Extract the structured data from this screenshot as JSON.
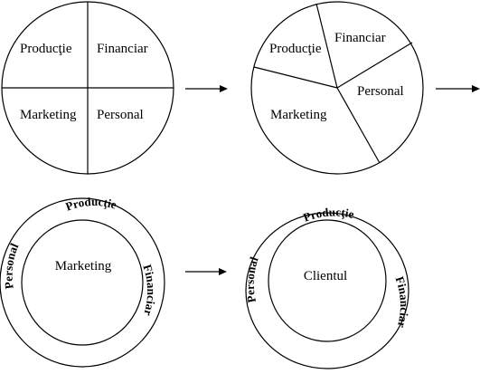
{
  "diagram1": {
    "labels": {
      "productie": "Producţie",
      "financiar": "Financiar",
      "marketing": "Marketing",
      "personal": "Personal"
    }
  },
  "diagram2": {
    "labels": {
      "productie": "Producţie",
      "financiar": "Financiar",
      "marketing": "Marketing",
      "personal": "Personal"
    }
  },
  "diagram3": {
    "center": "Marketing",
    "ring": {
      "productie": "Producţie",
      "personal": "Personal",
      "financiar": "Financiar"
    }
  },
  "diagram4": {
    "center": "Clientul",
    "ring": {
      "productie": "Producţie",
      "personal": "Personal",
      "financiar": "Financiar"
    }
  }
}
